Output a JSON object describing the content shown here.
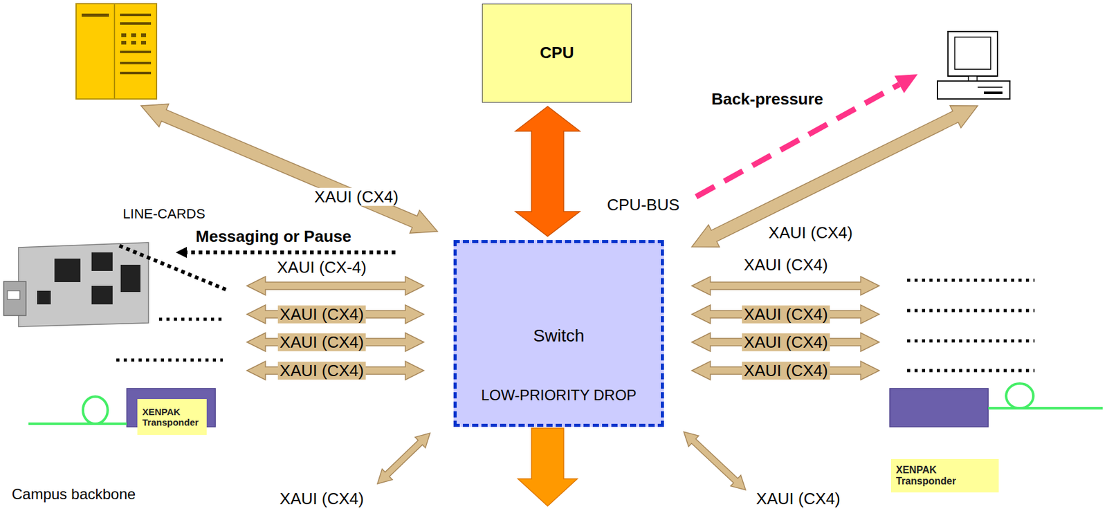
{
  "diagram": {
    "nodes": [
      {
        "text": [
          "CPU"
        ]
      },
      {
        "text": [
          "Switch",
          "LOW-PRIORITY DROP"
        ]
      },
      {
        "text": [
          "XENPAK Transponder"
        ]
      },
      {
        "text": [
          "XENPAK Transponder"
        ]
      }
    ],
    "edges": [
      {
        "from": 0,
        "to": 1,
        "arrow": "both",
        "label": "CPU-BUS"
      }
    ],
    "labels": [
      "Back-pressure",
      "XAUI (CX4)",
      "XAUI (CX4)",
      "LINE-CARDS",
      "Messaging or Pause",
      "XAUI (CX-4)",
      "XAUI (CX4)",
      "XAUI (CX4)",
      "XAUI (CX4)",
      "XAUI (CX4)",
      "XAUI (CX4)",
      "XAUI (CX4)",
      "XAUI (CX4)",
      "Campus backbone",
      "XAUI (CX4)",
      "XAUI (CX4)"
    ]
  }
}
